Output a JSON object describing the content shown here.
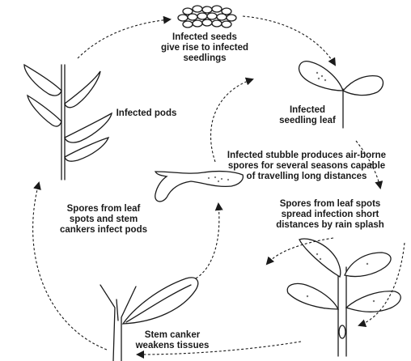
{
  "labels": {
    "seeds": [
      "Infected seeds",
      "give rise to infected",
      "seedlings"
    ],
    "seedling": [
      "Infected",
      "seedling leaf"
    ],
    "stubble": [
      "Infected stubble produces air-borne",
      "spores for several seasons capable",
      "of travelling long distances"
    ],
    "splash": [
      "Spores from leaf spots",
      "spread infection short",
      "distances by rain splash"
    ],
    "canker": [
      "Stem canker",
      "weakens tissues"
    ],
    "pods_infect": [
      "Spores from leaf",
      "spots and stem",
      "cankers infect pods"
    ],
    "pods": [
      "Infected pods"
    ]
  }
}
